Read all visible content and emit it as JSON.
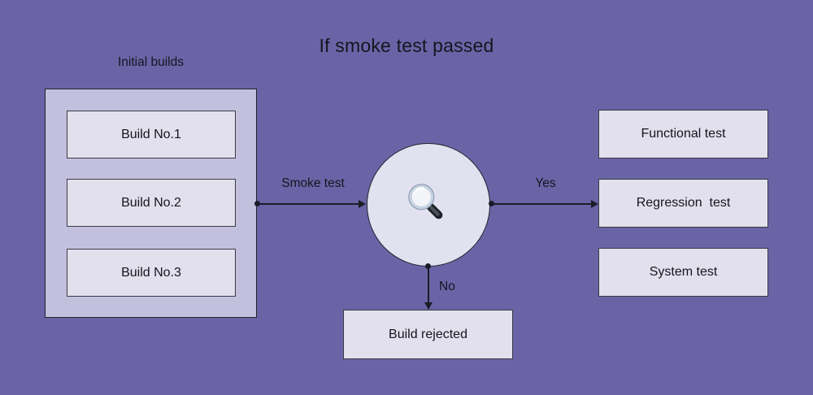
{
  "title": "If smoke test passed",
  "palette": {
    "background": "#6A64A6",
    "group_fill": "#C3C0DE",
    "node_fill": "#E1E0EC",
    "circle_fill": "#E2E1F0",
    "line": "#1C1C28"
  },
  "initial_builds": {
    "label": "Initial builds",
    "builds": [
      "Build No.1",
      "Build No.2",
      "Build No.3"
    ]
  },
  "decision": {
    "icon": "magnifier-icon"
  },
  "edges": {
    "smoke_test": "Smoke test",
    "yes": "Yes",
    "no": "No"
  },
  "passed_tests": [
    "Functional test",
    "Regression  test",
    "System test"
  ],
  "rejected": "Build rejected"
}
